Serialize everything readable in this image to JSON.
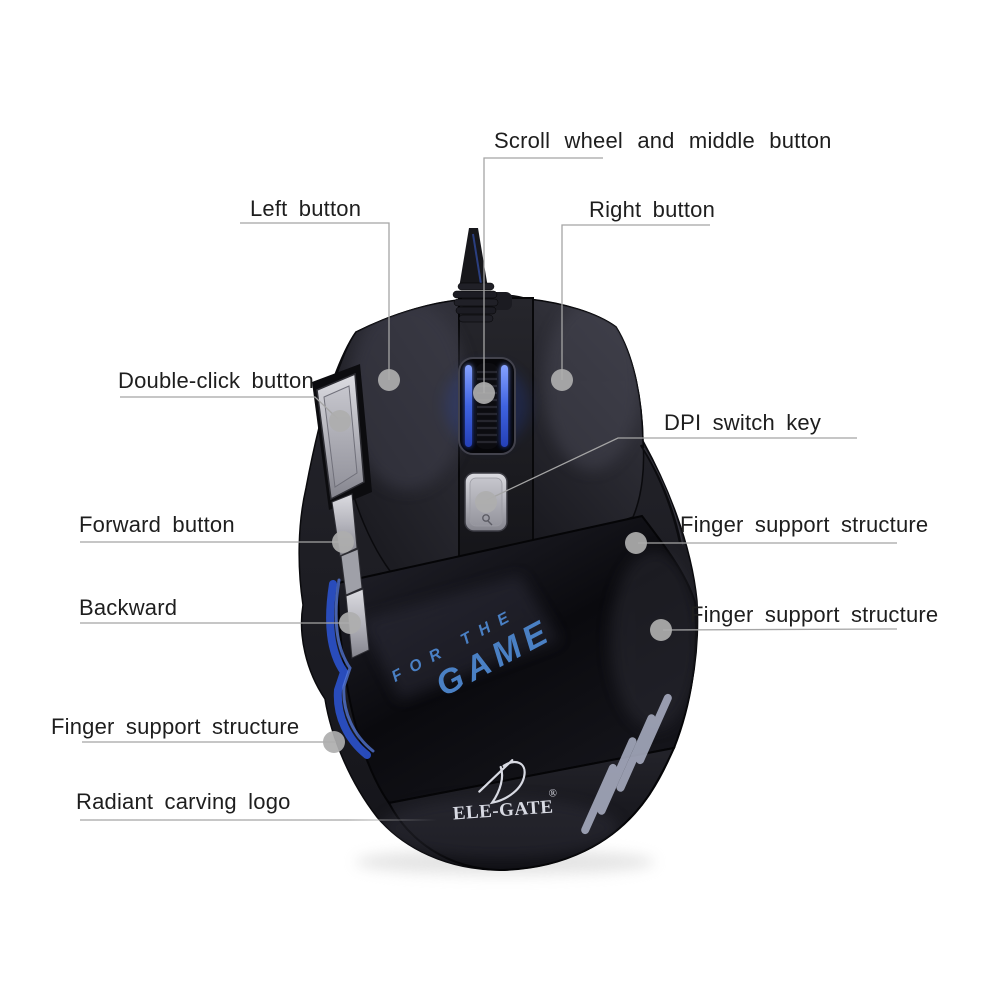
{
  "page": {
    "background": "#ffffff"
  },
  "annotations": {
    "scroll_wheel": {
      "label": "Scroll wheel and middle button"
    },
    "left_button": {
      "label": "Left button"
    },
    "right_button": {
      "label": "Right button"
    },
    "double_click": {
      "label": "Double-click button"
    },
    "dpi": {
      "label": "DPI switch key"
    },
    "forward": {
      "label": "Forward button"
    },
    "finger_right_upper": {
      "label": "Finger support structure"
    },
    "backward": {
      "label": "Backward"
    },
    "finger_right_lower": {
      "label": "Finger support structure"
    },
    "finger_left": {
      "label": "Finger support structure"
    },
    "radiant_logo": {
      "label": "Radiant carving logo"
    }
  },
  "product": {
    "slogan_line1": "FOR THE",
    "slogan_line2": "GAME",
    "brand": "ELE-GATE",
    "registered_mark": "®"
  },
  "colors": {
    "background": "#ffffff",
    "label_text": "#1e1e1e",
    "callout_line": "#a5a5a5",
    "callout_dot": "#aeaeae",
    "body_black": "#17171c",
    "silver": "#c0c0c8",
    "led_blue": "#3f63e0",
    "slogan_blue": "#4a80c4"
  }
}
